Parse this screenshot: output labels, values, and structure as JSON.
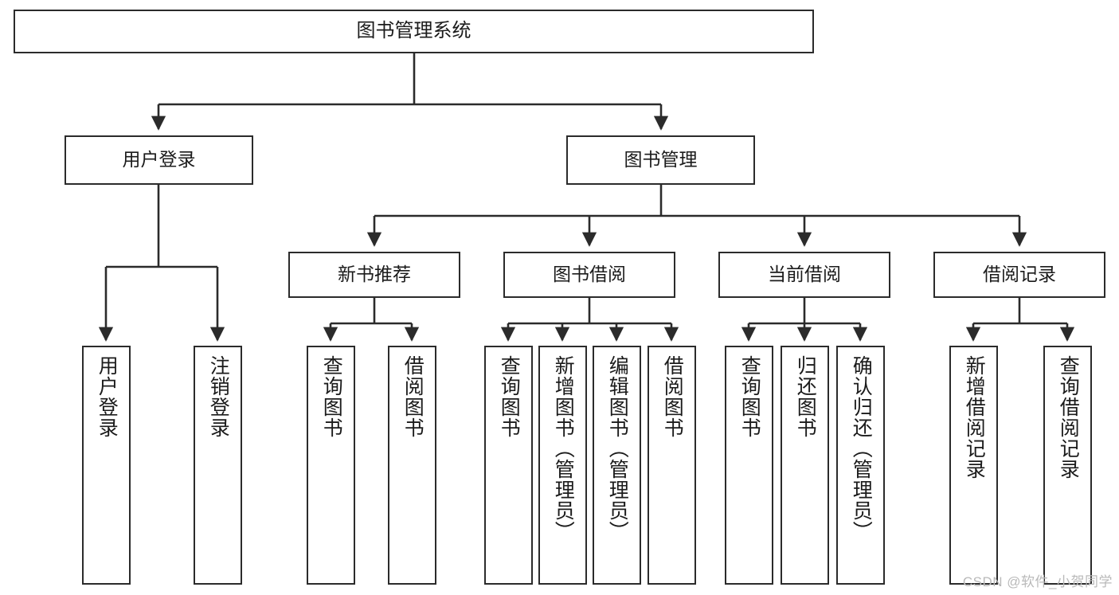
{
  "diagram": {
    "type": "tree-hierarchy",
    "title": "图书管理系统",
    "watermark": "CSDN @软件_小贺同学",
    "colors": {
      "background": "#ffffff",
      "node_fill": "#ffffff",
      "node_border": "#2b2b2b",
      "connector": "#2b2b2b",
      "text": "#1b1b1b",
      "watermark": "#b9b9b9"
    },
    "nodes": {
      "root": {
        "label": "图书管理系统",
        "level": 1
      },
      "level2": [
        {
          "id": "user-login",
          "label": "用户登录"
        },
        {
          "id": "book-management",
          "label": "图书管理"
        }
      ],
      "level3": [
        {
          "id": "new-book-recommend",
          "label": "新书推荐",
          "parent": "book-management"
        },
        {
          "id": "book-borrow",
          "label": "图书借阅",
          "parent": "book-management"
        },
        {
          "id": "current-borrow",
          "label": "当前借阅",
          "parent": "book-management"
        },
        {
          "id": "borrow-record",
          "label": "借阅记录",
          "parent": "book-management"
        }
      ],
      "leaves": [
        {
          "id": "leaf-user-login",
          "label": "用户登录",
          "parent": "user-login"
        },
        {
          "id": "leaf-logout",
          "label": "注销登录",
          "parent": "user-login"
        },
        {
          "id": "leaf-query-book-1",
          "label": "查询图书",
          "parent": "new-book-recommend"
        },
        {
          "id": "leaf-borrow-book-1",
          "label": "借阅图书",
          "parent": "new-book-recommend"
        },
        {
          "id": "leaf-query-book-2",
          "label": "查询图书",
          "parent": "book-borrow"
        },
        {
          "id": "leaf-add-book",
          "label": "新增图书（管理员）",
          "parent": "book-borrow"
        },
        {
          "id": "leaf-edit-book",
          "label": "编辑图书（管理员）",
          "parent": "book-borrow"
        },
        {
          "id": "leaf-borrow-book-2",
          "label": "借阅图书",
          "parent": "book-borrow"
        },
        {
          "id": "leaf-query-book-3",
          "label": "查询图书",
          "parent": "current-borrow"
        },
        {
          "id": "leaf-return-book",
          "label": "归还图书",
          "parent": "current-borrow"
        },
        {
          "id": "leaf-confirm-return",
          "label": "确认归还（管理员）",
          "parent": "current-borrow"
        },
        {
          "id": "leaf-add-record",
          "label": "新增借阅记录",
          "parent": "borrow-record"
        },
        {
          "id": "leaf-query-record",
          "label": "查询借阅记录",
          "parent": "borrow-record"
        }
      ]
    }
  }
}
